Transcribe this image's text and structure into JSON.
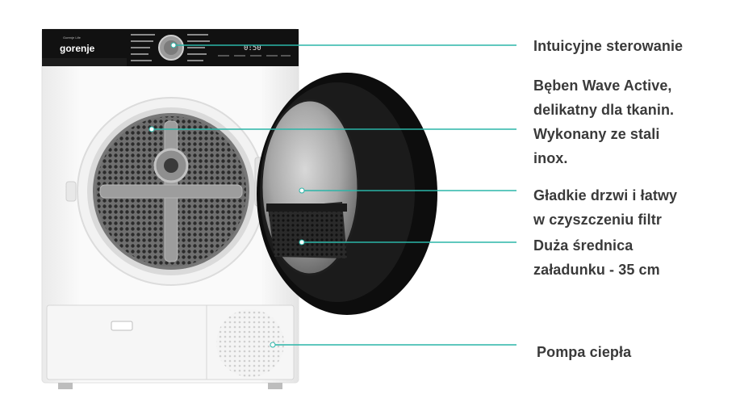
{
  "brand": {
    "logo_text": "gorenje",
    "sub_logo_text": "Gorenje Life"
  },
  "display": {
    "time": "0:50"
  },
  "features": {
    "controls": [
      "Intuicyjne sterowanie"
    ],
    "drum": [
      "Bęben Wave Active,",
      "delikatny dla tkanin.",
      "Wykonany ze stali",
      "inox."
    ],
    "door": [
      "Gładkie drzwi i łatwy",
      "w czyszczeniu filtr"
    ],
    "diameter": [
      "Duża średnica",
      "załadunku - 35 cm"
    ],
    "pump": [
      "Pompa ciepła"
    ]
  },
  "colors": {
    "accent_line": "#2bb5a8",
    "text": "#3a3a3a",
    "panel": "#111111",
    "body": "#f7f7f7",
    "door_black": "#0d0d0d"
  }
}
